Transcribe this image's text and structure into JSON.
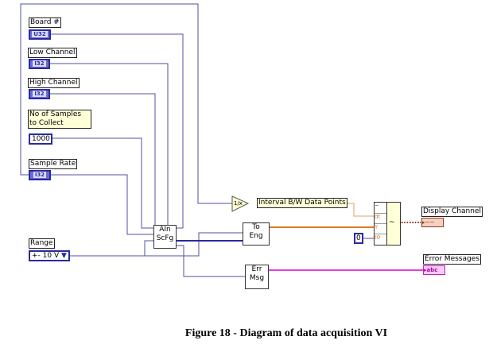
{
  "controls": {
    "board": {
      "label": "Board #",
      "type": "U32"
    },
    "low_channel": {
      "label": "Low Channel",
      "type": "I32"
    },
    "high_channel": {
      "label": "High Channel",
      "type": "I32"
    },
    "samples": {
      "label": "No of Samples to Collect",
      "value": "1000"
    },
    "sample_rate": {
      "label": "Sample Rate",
      "type": "I32"
    },
    "range": {
      "label": "Range",
      "value": "+- 10 V"
    }
  },
  "nodes": {
    "ain": {
      "line1": "AIn",
      "line2": "ScFg"
    },
    "to_eng": {
      "line1": "To",
      "line2": "Eng"
    },
    "err_msg": {
      "line1": "Err",
      "line2": "Msg"
    },
    "interval": "Interval B/W Data Points",
    "build_waveform": {
      "ports": [
        "~",
        "dt",
        "Y",
        "t0"
      ]
    },
    "zero_constant": "0"
  },
  "indicators": {
    "display": {
      "label": "Display Channel"
    },
    "errors": {
      "label": "Error Messages",
      "type": "abc"
    }
  },
  "caption": "Figure 18 - Diagram of data acquisition  VI",
  "colors": {
    "numeric_wire": "#5050a0",
    "float_wire": "#e07a20",
    "string_wire": "#e040e0",
    "waveform_wire": "#8b3a1a"
  }
}
